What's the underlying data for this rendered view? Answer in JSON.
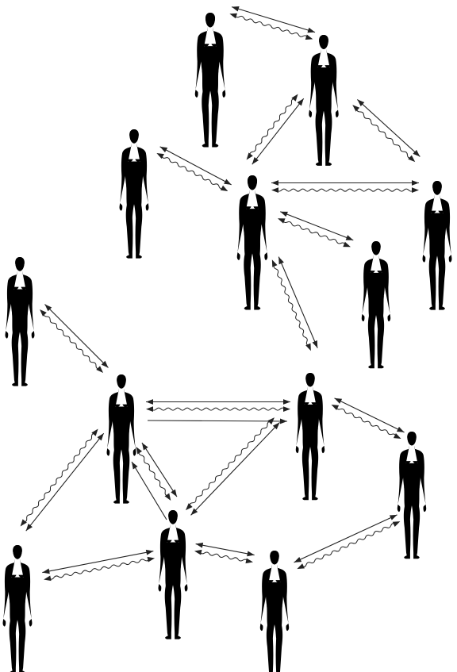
{
  "diagram": {
    "figures": [
      {
        "id": "f1",
        "style": "light"
      },
      {
        "id": "f2",
        "style": "light"
      },
      {
        "id": "f3",
        "style": "bold"
      },
      {
        "id": "f4",
        "style": "light"
      },
      {
        "id": "f5",
        "style": "bold"
      },
      {
        "id": "f6",
        "style": "bold"
      },
      {
        "id": "f7",
        "style": "light"
      },
      {
        "id": "f8",
        "style": "bold"
      },
      {
        "id": "f9",
        "style": "light"
      },
      {
        "id": "f10",
        "style": "bold"
      },
      {
        "id": "f11",
        "style": "light"
      },
      {
        "id": "f12",
        "style": "bold"
      },
      {
        "id": "f13",
        "style": "light"
      }
    ],
    "connections": [
      {
        "from": "f1",
        "to": "f2",
        "kind": "paired"
      },
      {
        "from": "f2",
        "to": "f4",
        "kind": "paired"
      },
      {
        "from": "f2",
        "to": "f5",
        "kind": "paired"
      },
      {
        "from": "f3",
        "to": "f4",
        "kind": "paired"
      },
      {
        "from": "f4",
        "to": "f5",
        "kind": "paired"
      },
      {
        "from": "f4",
        "to": "f6",
        "kind": "paired"
      },
      {
        "from": "f4",
        "to": "f9",
        "kind": "paired"
      },
      {
        "from": "f7",
        "to": "f8",
        "kind": "paired"
      },
      {
        "from": "f8",
        "to": "f9",
        "kind": "paired"
      },
      {
        "from": "f8",
        "to": "f9",
        "kind": "straight"
      },
      {
        "from": "f9",
        "to": "f10",
        "kind": "paired"
      },
      {
        "from": "f8",
        "to": "f11",
        "kind": "paired"
      },
      {
        "from": "f8",
        "to": "f12",
        "kind": "paired"
      },
      {
        "from": "f12",
        "to": "f8",
        "kind": "straight"
      },
      {
        "from": "f9",
        "to": "f12",
        "kind": "paired"
      },
      {
        "from": "f11",
        "to": "f12",
        "kind": "paired"
      },
      {
        "from": "f12",
        "to": "f13",
        "kind": "paired"
      },
      {
        "from": "f13",
        "to": "f10",
        "kind": "paired"
      }
    ]
  }
}
